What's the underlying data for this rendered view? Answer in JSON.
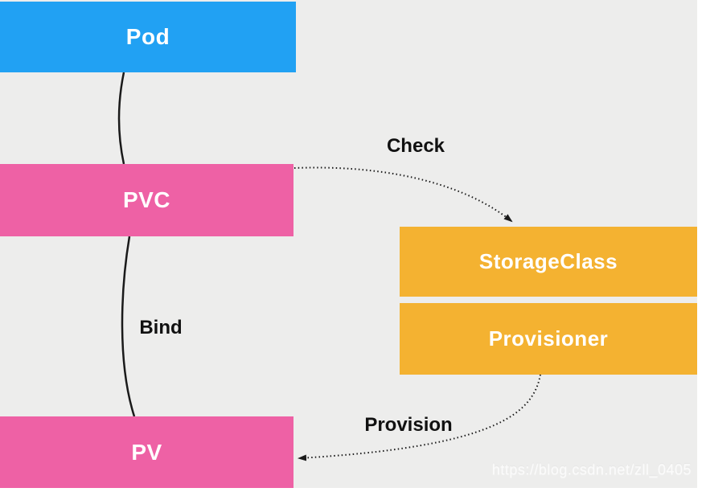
{
  "diagram": {
    "nodes": [
      {
        "id": "pod",
        "label": "Pod",
        "color": "#21a1f3"
      },
      {
        "id": "pvc",
        "label": "PVC",
        "color": "#ee61a5"
      },
      {
        "id": "pv",
        "label": "PV",
        "color": "#ee61a5"
      },
      {
        "id": "storageclass",
        "label": "StorageClass",
        "color": "#f4b231"
      },
      {
        "id": "provisioner",
        "label": "Provisioner",
        "color": "#f4b231"
      }
    ],
    "edges": [
      {
        "id": "pod-pvc",
        "from": "Pod",
        "to": "PVC",
        "label": "",
        "style": "solid"
      },
      {
        "id": "pvc-storageclass",
        "from": "PVC",
        "to": "StorageClass",
        "label": "Check",
        "style": "dotted"
      },
      {
        "id": "pvc-pv",
        "from": "PVC",
        "to": "PV",
        "label": "Bind",
        "style": "solid"
      },
      {
        "id": "provisioner-pv",
        "from": "Provisioner",
        "to": "PV",
        "label": "Provision",
        "style": "dotted"
      }
    ],
    "watermark": "https://blog.csdn.net/zll_0405"
  },
  "colors": {
    "pod-blue": "#21a1f3",
    "pvc-pink": "#ee61a5",
    "storage-orange": "#f4b231",
    "canvas-gray": "#edEDec",
    "line-black": "#1a1a1a",
    "watermark-gray": "rgba(255,255,255,0.65)"
  }
}
